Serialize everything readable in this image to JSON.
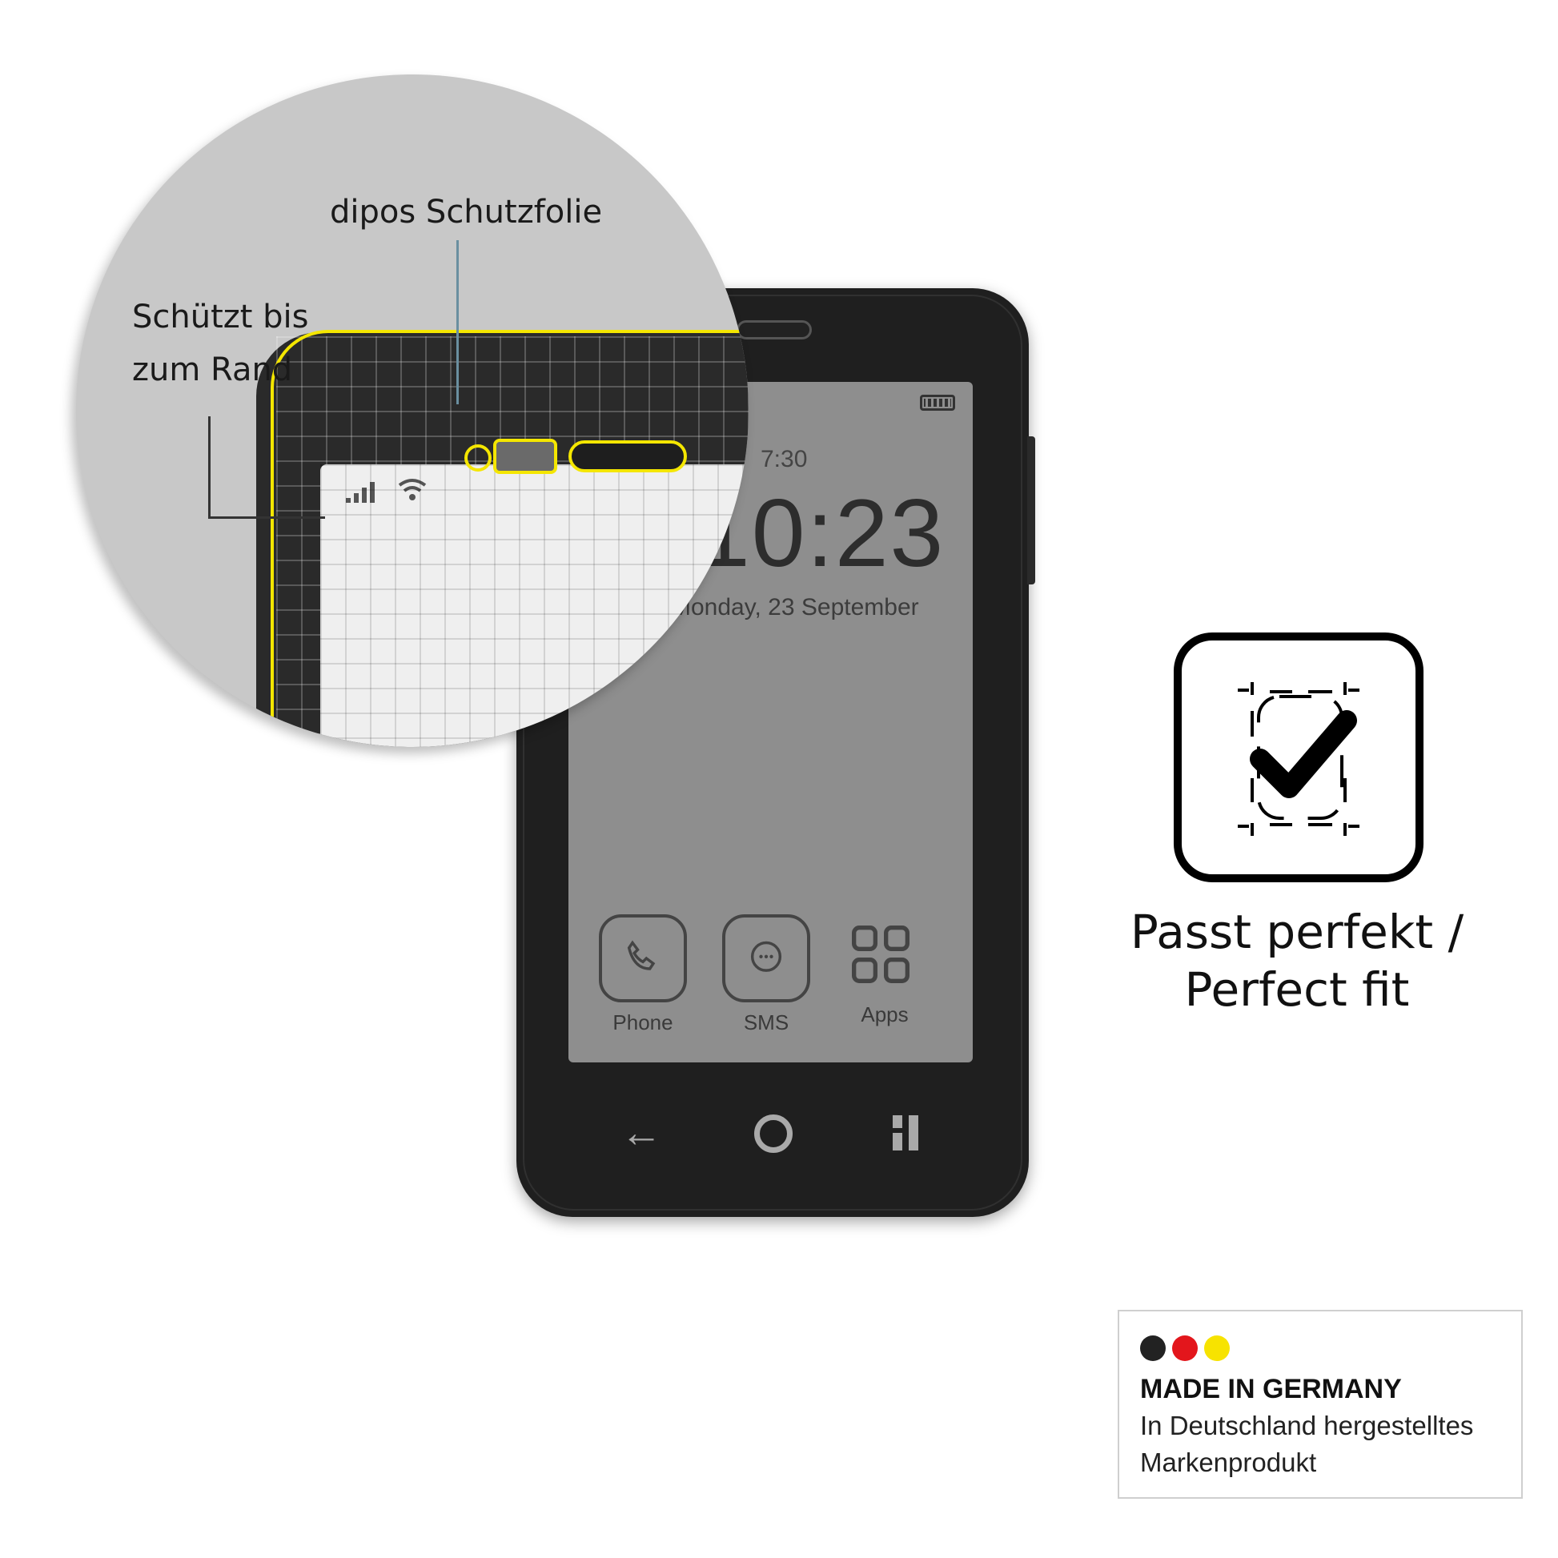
{
  "phone_screen": {
    "status_time": "7:30",
    "clock": "10:23",
    "date": "Monday, 23 September",
    "apps": [
      {
        "label": "Phone",
        "icon": "phone-icon"
      },
      {
        "label": "SMS",
        "icon": "message-icon"
      },
      {
        "label": "Apps",
        "icon": "apps-grid-icon"
      }
    ],
    "nav": {
      "back": "back-arrow-icon",
      "home": "home-circle-icon",
      "recents": "recents-icon"
    }
  },
  "callouts": {
    "protector_label": "dipos Schutzfolie",
    "edge_label_line1": "Schützt bis",
    "edge_label_line2": "zum Rand"
  },
  "fit": {
    "label_line1": "Passt perfekt /",
    "label_line2": "Perfect fit"
  },
  "made_in_germany": {
    "title": "MADE IN GERMANY",
    "subtitle_line1": "In Deutschland hergestelltes",
    "subtitle_line2": "Markenprodukt",
    "colors": [
      "#222222",
      "#e3161c",
      "#f7e300"
    ]
  },
  "colors": {
    "outline_yellow": "#f4e600",
    "phone_body": "#1f1f1f",
    "magnifier_bg": "#c8c8c8"
  }
}
